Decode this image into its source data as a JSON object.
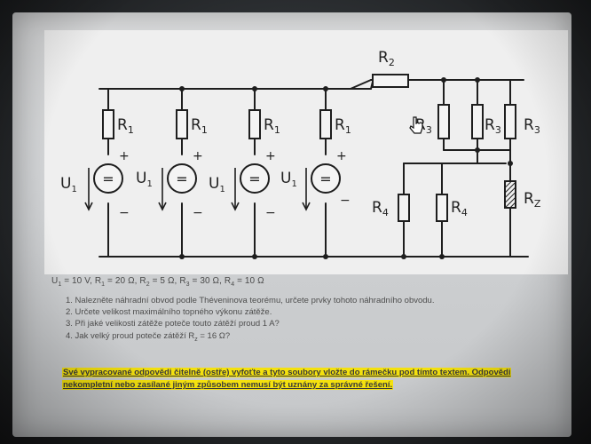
{
  "circuit": {
    "labels": {
      "r1": "R",
      "r1_sub": "1",
      "r2": "R",
      "r2_sub": "2",
      "r3": "R",
      "r3_sub": "3",
      "r4": "R",
      "r4_sub": "4",
      "rz": "R",
      "rz_sub": "Z",
      "u1": "U",
      "u1_sub": "1",
      "plus": "+",
      "minus": "−",
      "source_symbol": "="
    }
  },
  "params": {
    "text_parts": [
      {
        "t": "U",
        "s": "1",
        "v": " = 10 V, "
      },
      {
        "t": "R",
        "s": "1",
        "v": " = 20 Ω, "
      },
      {
        "t": "R",
        "s": "2",
        "v": " = 5 Ω, "
      },
      {
        "t": "R",
        "s": "3",
        "v": " = 30 Ω, "
      },
      {
        "t": "R",
        "s": "4",
        "v": " = 10 Ω"
      }
    ]
  },
  "tasks": [
    "1. Nalezněte náhradní obvod podle Théveninova teorému, určete prvky tohoto náhradního obvodu.",
    "2. Určete velikost maximálního topného výkonu zátěže.",
    "3. Při jaké velikosti zátěže poteče touto zátěží proud 1 A?",
    "4. Jak velký proud poteče zátěží R"
  ],
  "task4_sub": "z",
  "task4_tail": " = 16 Ω?",
  "note": "Své vypracované odpovědi čitelně (ostře) vyfoťte a tyto soubory vložte do rámečku pod tímto textem. Odpovědi nekompletní nebo zasílané jiným způsobem nemusí být uznány za správné řešení."
}
